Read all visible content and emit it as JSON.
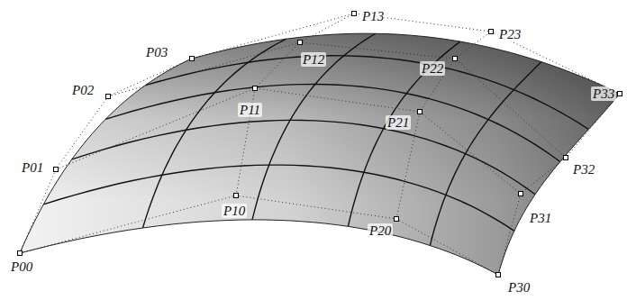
{
  "diagram": {
    "labels": [
      "P00",
      "P01",
      "P02",
      "P03",
      "P10",
      "P11",
      "P12",
      "P13",
      "P20",
      "P21",
      "P22",
      "P23",
      "P30",
      "P31",
      "P32",
      "P33"
    ]
  }
}
